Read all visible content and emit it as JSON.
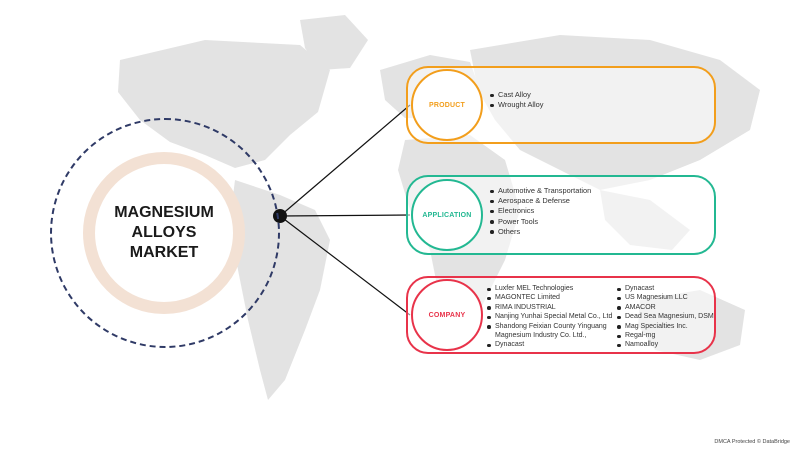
{
  "hub": {
    "title": "MAGNESIUM ALLOYS MARKET"
  },
  "colors": {
    "product": "#f29e1c",
    "application": "#23b892",
    "company": "#e8334a",
    "hub_ring": "#2f3a66",
    "hub_fill": "#f3e1d4"
  },
  "segments": {
    "product": {
      "label": "PRODUCT",
      "items": [
        "Cast Alloy",
        "Wrought Alloy"
      ]
    },
    "application": {
      "label": "APPLICATION",
      "items": [
        "Automotive & Transportation",
        "Aerospace & Defense",
        "Electronics",
        "Power Tools",
        "Others"
      ]
    },
    "company": {
      "label": "COMPANY",
      "col1": [
        "Luxfer MEL Technologies",
        "MAGONTEC Limited",
        "RIMA INDUSTRIAL",
        "Nanjing Yunhai Special Metal Co., Ltd",
        "Shandong Feixian County Yinguang",
        "Magnesium Industry Co. Ltd.,",
        "Dynacast"
      ],
      "col2": [
        "Dynacast",
        "US Magnesium LLC",
        "AMACOR",
        "Dead Sea Magnesium, DSM",
        "Mag Specialties Inc.",
        "Regal-mg",
        "Namoalloy"
      ]
    }
  },
  "footer": {
    "text": "DMCA Protected © DataBridge"
  }
}
